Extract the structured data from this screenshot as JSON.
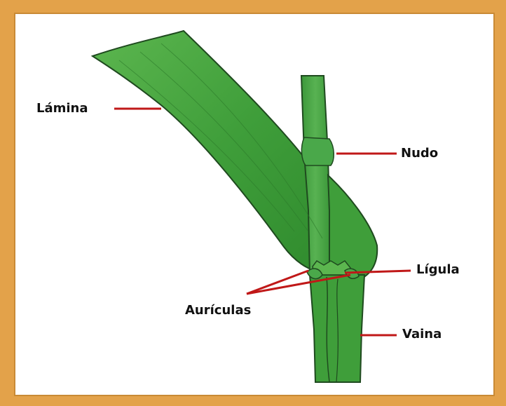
{
  "diagram": {
    "labels": {
      "lamina": "Lámina",
      "nudo": "Nudo",
      "ligula": "Lígula",
      "auriculas": "Aurículas",
      "vaina": "Vaina"
    },
    "colors": {
      "frame": "#e3a24a",
      "leaf": "#3f9e3a",
      "leaf_dark": "#2c7a2a",
      "stem": "#4aa84a",
      "outline": "#1f4a1f",
      "leader_line": "#c01818",
      "text": "#111111"
    }
  }
}
